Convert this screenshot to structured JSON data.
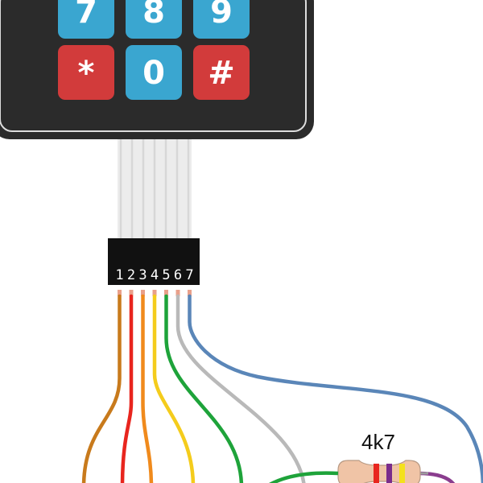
{
  "keypad": {
    "body_color": "#2b2b2b",
    "border_color": "#dddddd",
    "keys": [
      {
        "label": "7",
        "color": "#3aa6d0"
      },
      {
        "label": "8",
        "color": "#3aa6d0"
      },
      {
        "label": "9",
        "color": "#3aa6d0"
      },
      {
        "label": "*",
        "color": "#d23b3b"
      },
      {
        "label": "0",
        "color": "#3aa6d0"
      },
      {
        "label": "#",
        "color": "#d23b3b"
      }
    ],
    "ribbon_color": "#d7d7d7",
    "connector_color": "#111111",
    "pin_labels": [
      "1",
      "2",
      "3",
      "4",
      "5",
      "6",
      "7"
    ]
  },
  "wires": [
    {
      "pin": "1",
      "color": "#c87a1c"
    },
    {
      "pin": "2",
      "color": "#e8251e"
    },
    {
      "pin": "3",
      "color": "#f08a1c"
    },
    {
      "pin": "4",
      "color": "#f4cc1c"
    },
    {
      "pin": "5",
      "color": "#1ea33a"
    },
    {
      "pin": "6",
      "color": "#b9b9b9"
    },
    {
      "pin": "7",
      "color": "#5a86b8"
    }
  ],
  "resistor": {
    "label": "4k7",
    "body_color": "#f0c4a6",
    "bands": [
      "#e8251e",
      "#7a2c8c",
      "#f4e11c"
    ],
    "lead_color": "#9c9c9c"
  },
  "extra_wires": {
    "green_color": "#1ea33a",
    "purple_color": "#8a3d8e"
  }
}
